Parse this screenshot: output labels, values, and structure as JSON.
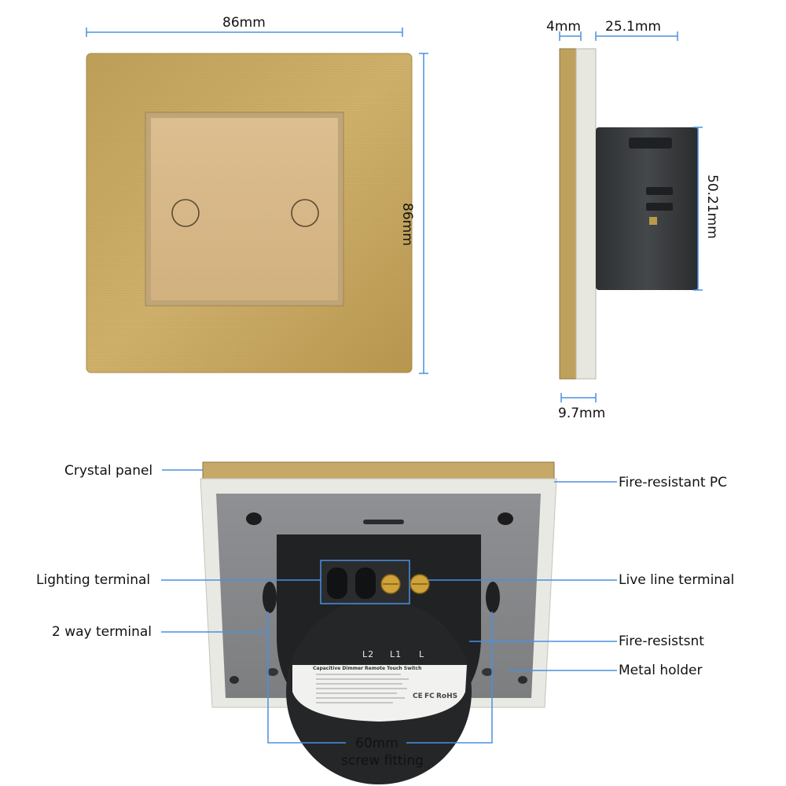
{
  "dimensions": {
    "front_width": "86mm",
    "front_height": "86mm",
    "side_plate": "4mm",
    "side_depth": "25.1mm",
    "side_height": "50.21mm",
    "side_base": "9.7mm"
  },
  "callouts": {
    "crystal_panel": "Crystal panel",
    "fire_resistant_pc": "Fire-resistant PC",
    "lighting_terminal": "Lighting terminal",
    "live_line_terminal": "Live line terminal",
    "two_way_terminal": "2 way terminal",
    "fire_resistsnt": "Fire-resistsnt",
    "metal_holder": "Metal holder",
    "screw_fitting_value": "60mm",
    "screw_fitting_label": "screw fitting"
  },
  "module": {
    "terminal_labels": [
      "L2",
      "L1",
      "L"
    ],
    "product_title": "Capacitive Dimmer Remote Touch Switch",
    "cert_marks": [
      "CE",
      "FC",
      "RoHS"
    ]
  },
  "colors": {
    "dimension_line": "#4a90e2",
    "gold_frame": "#c5a35a",
    "gold_panel": "#d9b98a"
  }
}
